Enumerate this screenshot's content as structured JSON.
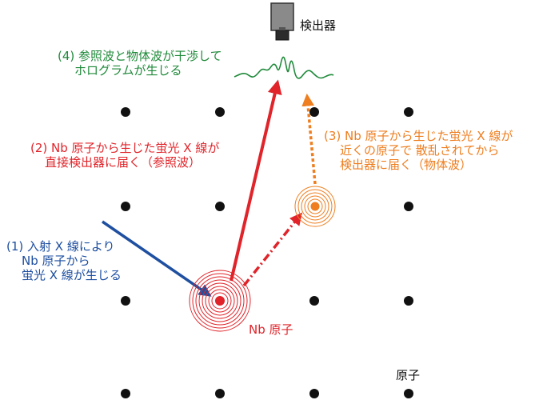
{
  "detector": {
    "label": "検出器"
  },
  "step4": {
    "line1": "(4) 参照波と物体波が干渉して",
    "line2": "ホログラムが生じる"
  },
  "step2": {
    "line1": "(2) Nb 原子から生じた蛍光 X 線が",
    "line2": "直接検出器に届く（参照波）"
  },
  "step3": {
    "line1": "(3) Nb 原子から生じた蛍光 X 線が",
    "line2": "近くの原子で 散乱されてから",
    "line3": "検出器に届く（物体波）"
  },
  "step1": {
    "line1": "(1) 入射 X 線により",
    "line2": "Nb 原子から",
    "line3": "蛍光 X 線が生じる"
  },
  "nb_atom": {
    "label": "Nb 原子"
  },
  "atom": {
    "label": "原子"
  },
  "colors": {
    "green": "#1f8a3a",
    "red": "#e0242a",
    "orange": "#ee7e1f",
    "blue": "#1e4fa0",
    "black": "#111111"
  },
  "icons": {
    "detector": "detector-icon",
    "atom": "atom-dot-icon"
  }
}
